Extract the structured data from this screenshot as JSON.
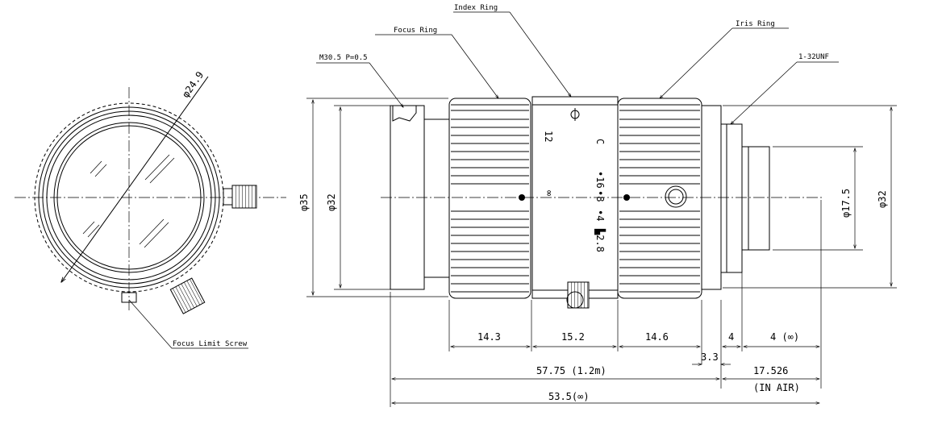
{
  "labels": {
    "index_ring": "Index Ring",
    "focus_ring": "Focus Ring",
    "iris_ring": "Iris Ring",
    "mount": "M30.5 P=0.5",
    "thread": "1-32UNF",
    "focus_limit": "Focus Limit Screw"
  },
  "front_view": {
    "diameter": "φ24.9"
  },
  "side_dims": {
    "d35": "φ35",
    "d32_left": "φ32",
    "d17_5": "φ17.5",
    "d32_right": "φ32",
    "w14_3": "14.3",
    "w15_2": "15.2",
    "w14_6": "14.6",
    "w4a": "4",
    "w4b": "4 (∞)",
    "w3_3": "3.3",
    "w57_75": "57.75  (1.2m)",
    "w17_526": "17.526",
    "in_air": "(IN AIR)",
    "w53_5": "53.5(∞)"
  },
  "lens_markings": {
    "focus_near": "12",
    "focus_inf": "∞",
    "iris_c": "C",
    "iris_16": "•16",
    "iris_8": "•8",
    "iris_4": "•4",
    "iris_2_8": "▙2.8"
  }
}
